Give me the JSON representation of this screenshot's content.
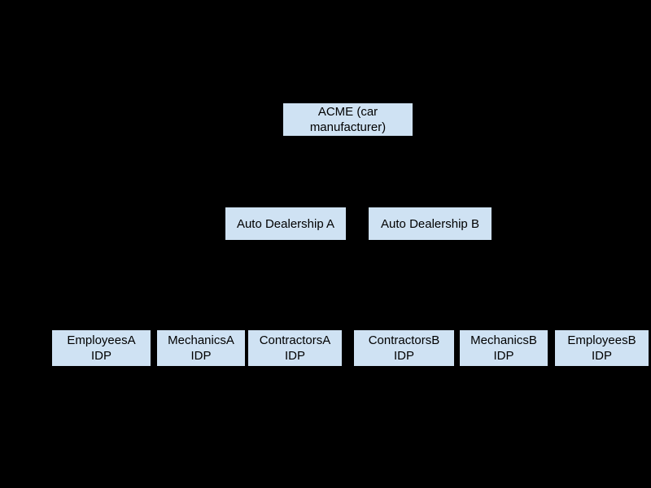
{
  "diagram": {
    "type": "hierarchy",
    "colors": {
      "background": "#000000",
      "node_fill": "#cfe2f3",
      "node_text": "#000000"
    },
    "nodes": {
      "root": {
        "label": "ACME (car\nmanufacturer)"
      },
      "level2": [
        {
          "label": "Auto Dealership A"
        },
        {
          "label": "Auto Dealership B"
        }
      ],
      "level3": [
        {
          "label": "EmployeesA\nIDP"
        },
        {
          "label": "MechanicsA\nIDP"
        },
        {
          "label": "ContractorsA\nIDP"
        },
        {
          "label": "ContractorsB\nIDP"
        },
        {
          "label": "MechanicsB\nIDP"
        },
        {
          "label": "EmployeesB\nIDP"
        }
      ]
    }
  }
}
